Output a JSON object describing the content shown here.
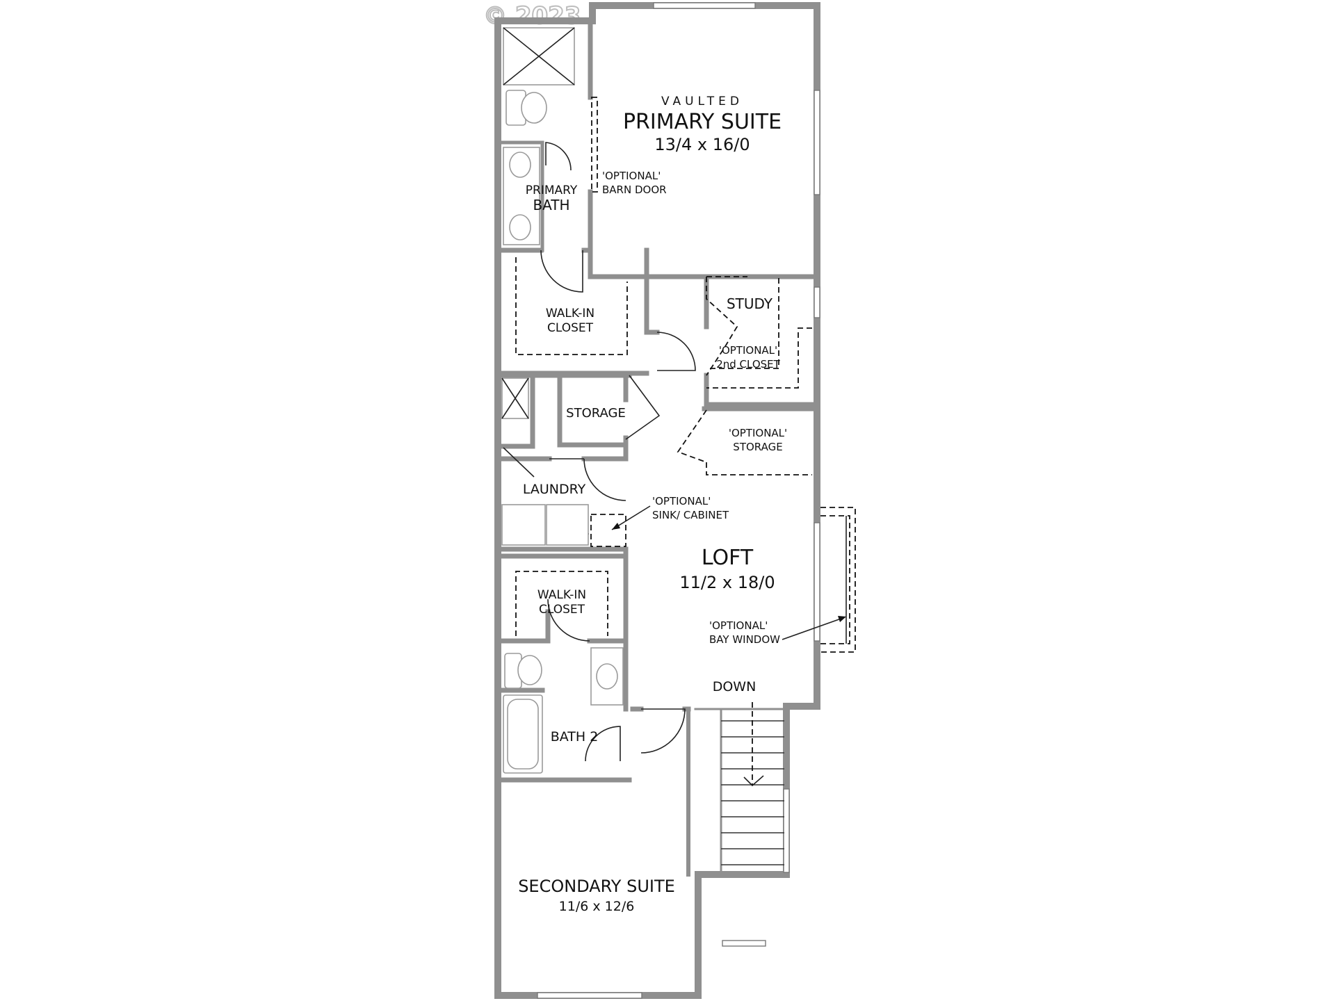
{
  "watermark": "© 2023",
  "rooms": {
    "primary_suite": {
      "prefix": "VAULTED",
      "name": "PRIMARY SUITE",
      "dims": "13/4 x 16/0"
    },
    "barn_door": {
      "line1": "'OPTIONAL'",
      "line2": "BARN DOOR"
    },
    "primary_bath": {
      "line1": "PRIMARY",
      "line2": "BATH"
    },
    "walk_in_closet_1": {
      "line1": "WALK-IN",
      "line2": "CLOSET"
    },
    "study": {
      "name": "STUDY"
    },
    "second_closet": {
      "line1": "'OPTIONAL'",
      "line2": "2nd CLOSET"
    },
    "storage": {
      "name": "STORAGE"
    },
    "optional_storage": {
      "line1": "'OPTIONAL'",
      "line2": "STORAGE"
    },
    "laundry": {
      "name": "LAUNDRY"
    },
    "sink_cabinet": {
      "line1": "'OPTIONAL'",
      "line2": "SINK/ CABINET"
    },
    "loft": {
      "name": "LOFT",
      "dims": "11/2 x 18/0"
    },
    "bay_window": {
      "line1": "'OPTIONAL'",
      "line2": "BAY WINDOW"
    },
    "walk_in_closet_2": {
      "line1": "WALK-IN",
      "line2": "CLOSET"
    },
    "down": {
      "name": "DOWN"
    },
    "bath_2": {
      "name": "BATH 2"
    },
    "secondary_suite": {
      "name": "SECONDARY SUITE",
      "dims": "11/6 x 12/6"
    }
  }
}
